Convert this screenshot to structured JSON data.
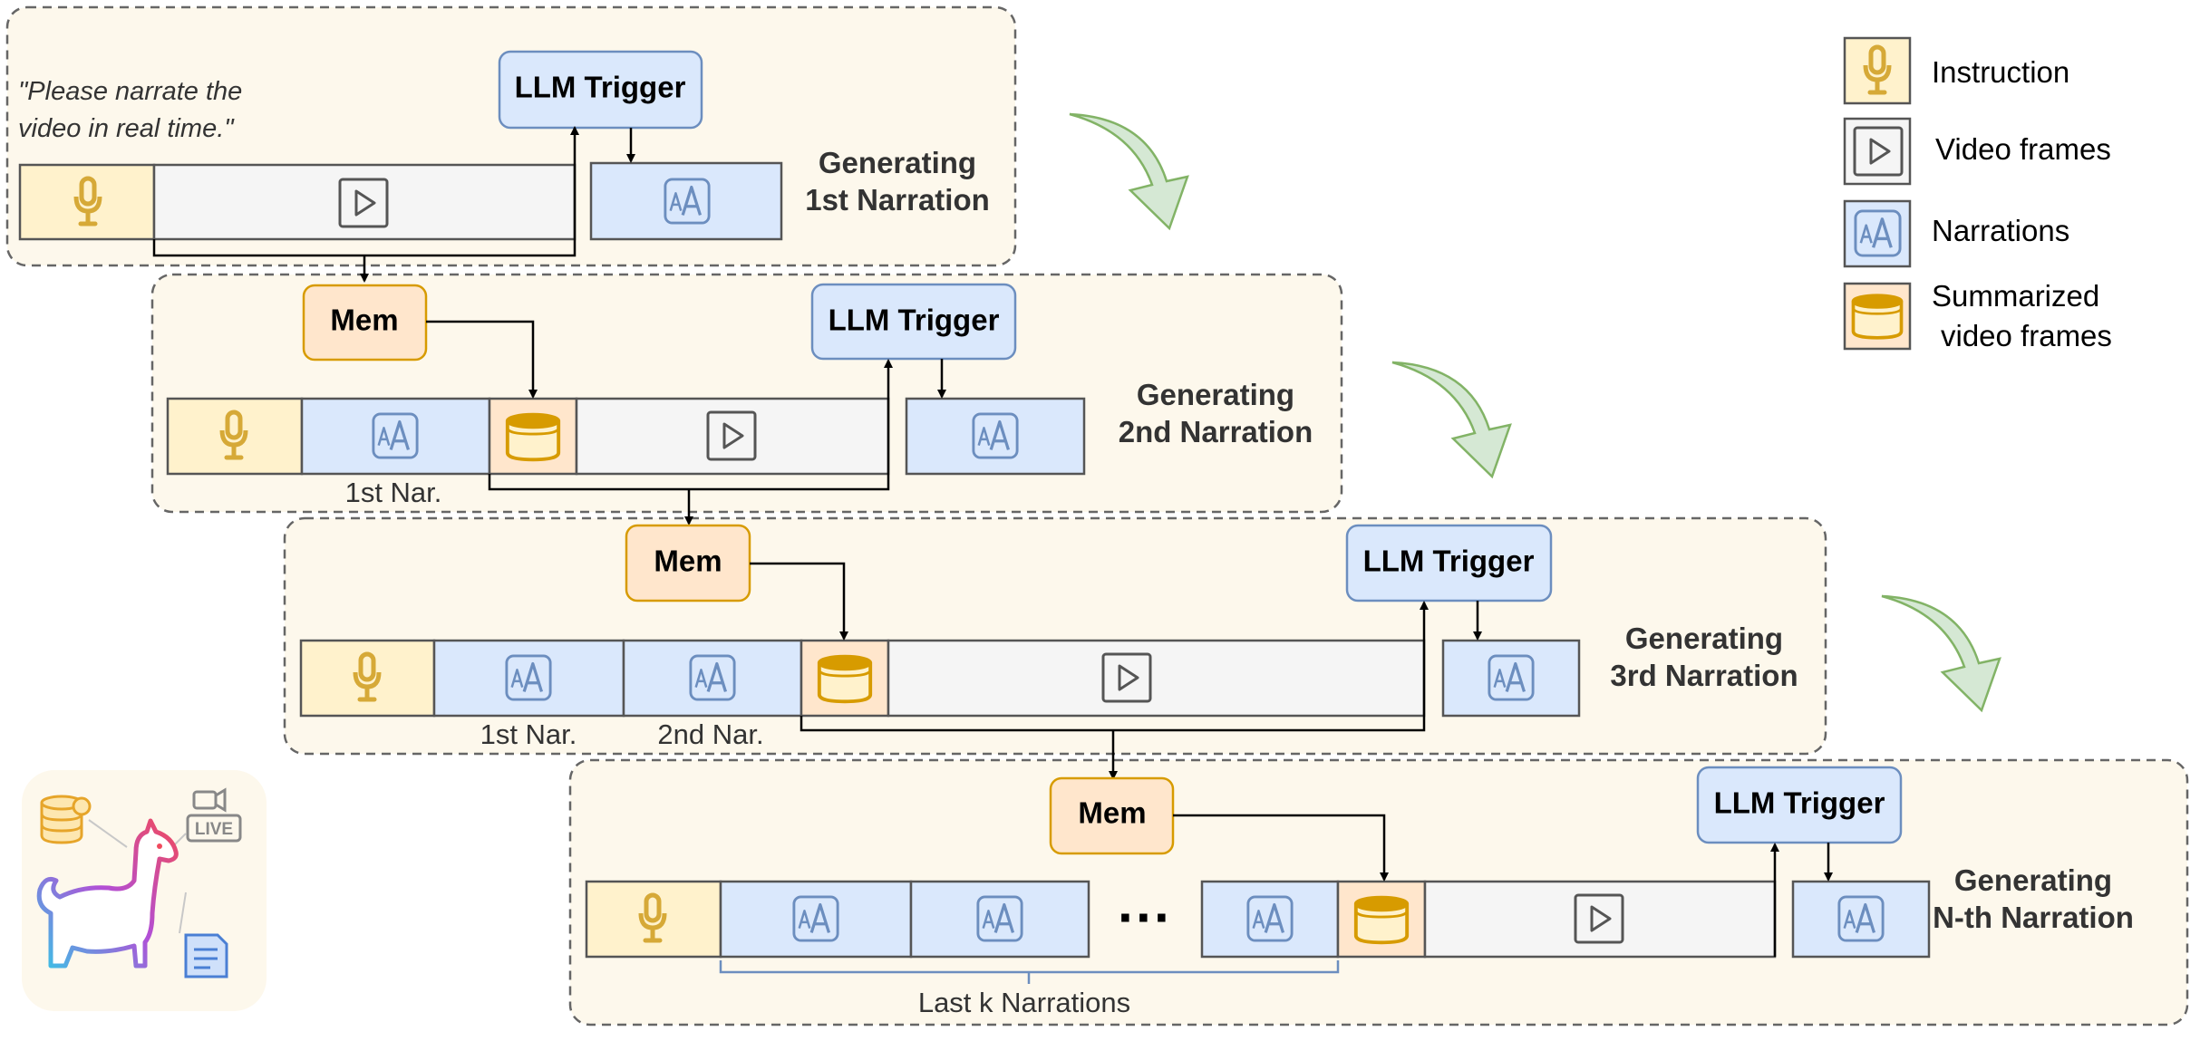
{
  "instruction_quote": {
    "line1": "\"Please narrate the",
    "line2": "video in real time.\""
  },
  "nodes": {
    "llm_trigger": "LLM Trigger",
    "mem": "Mem"
  },
  "stages": [
    {
      "title_line1": "Generating",
      "title_line2": "1st Narration",
      "token_labels": []
    },
    {
      "title_line1": "Generating",
      "title_line2": "2nd Narration",
      "token_labels": [
        "1st Nar."
      ]
    },
    {
      "title_line1": "Generating",
      "title_line2": "3rd Narration",
      "token_labels": [
        "1st Nar.",
        "2nd Nar."
      ]
    },
    {
      "title_line1": "Generating",
      "title_line2": "N-th Narration",
      "token_labels": []
    }
  ],
  "ellipsis": "···",
  "last_k_label": "Last k Narrations",
  "legend": [
    {
      "label_line1": "Instruction",
      "label_line2": "",
      "icon": "mic-icon"
    },
    {
      "label_line1": "Video frames",
      "label_line2": "",
      "icon": "play-icon"
    },
    {
      "label_line1": "Narrations",
      "label_line2": "",
      "icon": "text-aa-icon"
    },
    {
      "label_line1": "Summarized",
      "label_line2": "video frames",
      "icon": "database-icon"
    }
  ],
  "badges": {
    "live": "LIVE"
  },
  "colors": {
    "stage_bg": "#fdf8ec",
    "instruction_fill": "#fff2cc",
    "instruction_icon": "#d6a937",
    "video_fill": "#f5f5f5",
    "narration_fill": "#dae8fc",
    "narration_stroke": "#6c8ebf",
    "summary_fill": "#ffe6cc",
    "mem_stroke": "#d79b00",
    "arrow_green_fill": "#d5e8d4",
    "arrow_green_stroke": "#82b366"
  }
}
